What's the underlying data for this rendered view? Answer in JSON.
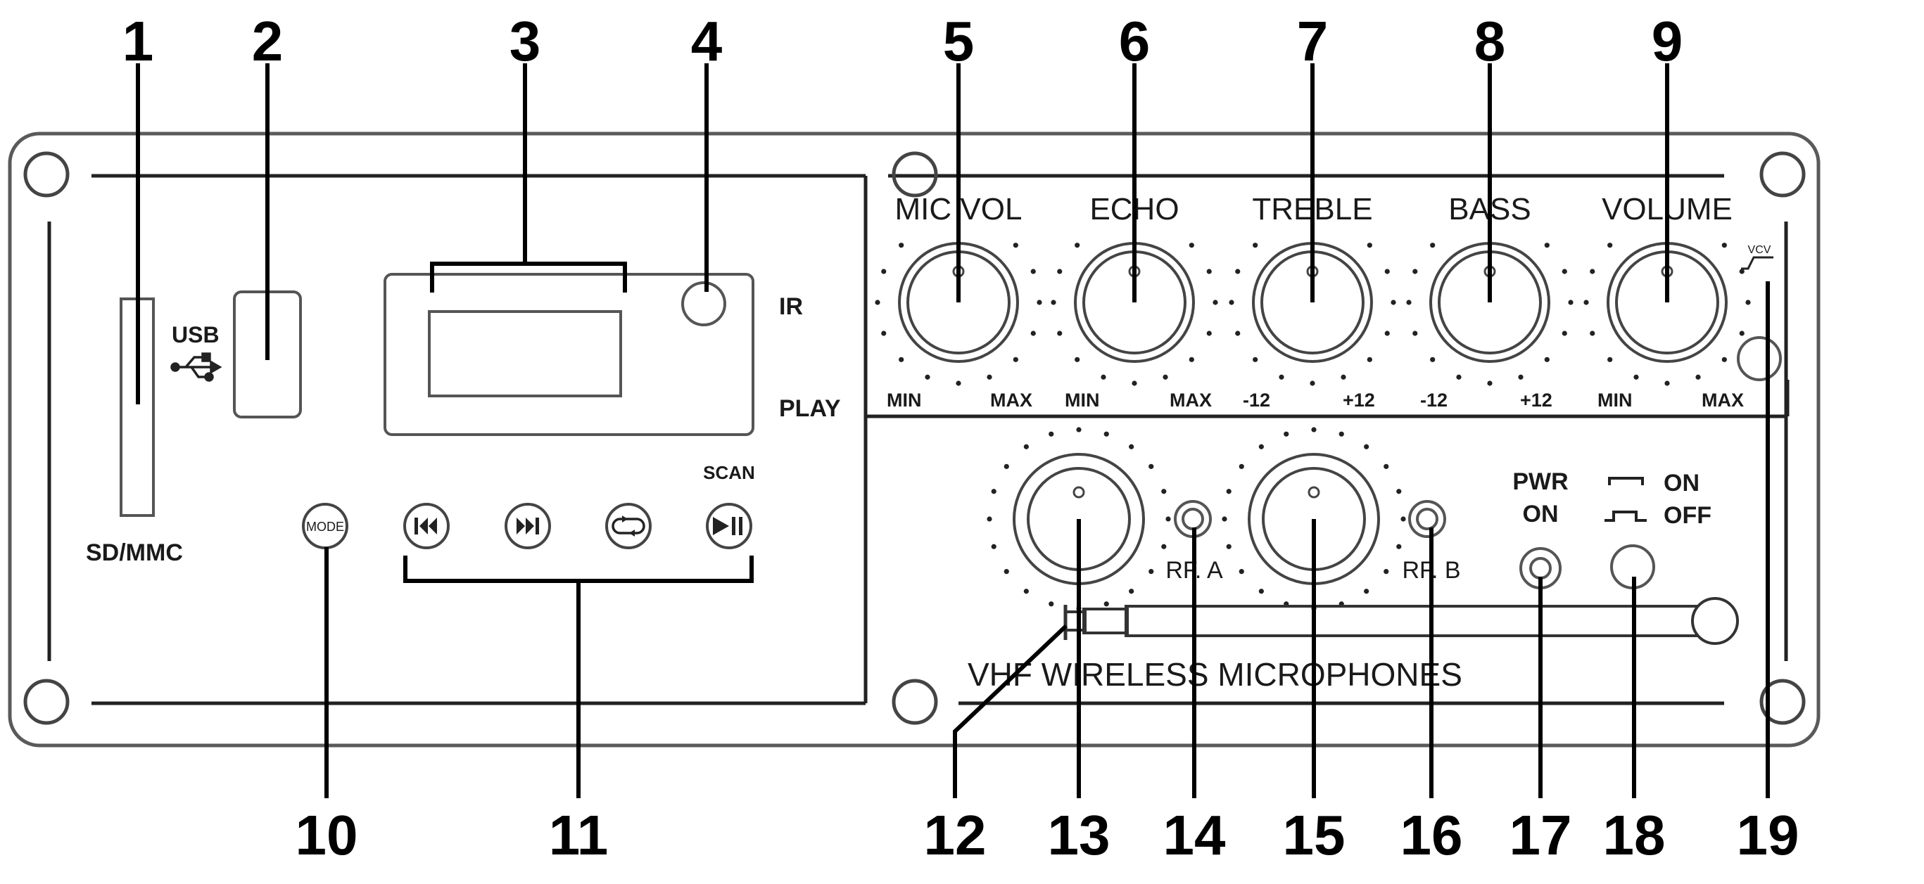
{
  "callouts": [
    "1",
    "2",
    "3",
    "4",
    "5",
    "6",
    "7",
    "8",
    "9",
    "10",
    "11",
    "12",
    "13",
    "14",
    "15",
    "16",
    "17",
    "18",
    "19"
  ],
  "left_panel": {
    "sd_label": "SD/MMC",
    "usb_label": "USB",
    "ir_label": "IR",
    "play_label": "PLAY",
    "scan_label": "SCAN",
    "mode_label": "MODE"
  },
  "knobs": {
    "mic_vol": {
      "label": "MIC VOL",
      "min": "MIN",
      "max": "MAX"
    },
    "echo": {
      "label": "ECHO",
      "min": "MIN",
      "max": "MAX"
    },
    "treble": {
      "label": "TREBLE",
      "min": "-12",
      "max": "+12"
    },
    "bass": {
      "label": "BASS",
      "min": "-12",
      "max": "+12"
    },
    "volume": {
      "label": "VOLUME",
      "min": "MIN",
      "max": "MAX"
    }
  },
  "vcv_label": "VCV",
  "wireless": {
    "rf_a": "RF. A",
    "rf_b": "RF. B",
    "pwr_line1": "PWR",
    "pwr_line2": "ON",
    "on_label": "ON",
    "off_label": "OFF",
    "title": "VHF WIRELESS MICROPHONES"
  }
}
